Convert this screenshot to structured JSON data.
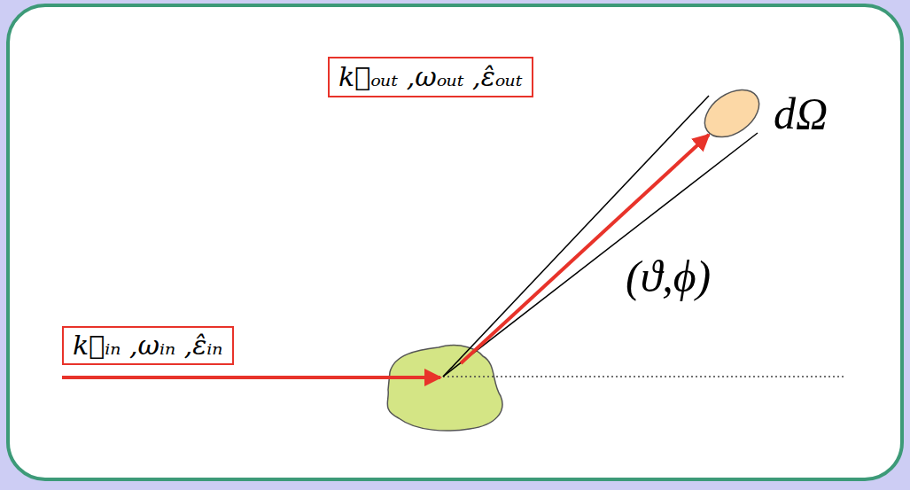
{
  "diagram": {
    "nodes": [
      {
        "text": [
          "k⃗ₒᵤₜ ,ωₒᵤₜ ,ε̂ₒᵤₜ"
        ]
      },
      {
        "text": [
          "k⃗ᵢₙ ,ωᵢₙ ,ε̂ᵢₙ"
        ]
      }
    ],
    "labels": [
      "dΩ",
      "(ϑ,ϕ)"
    ]
  }
}
